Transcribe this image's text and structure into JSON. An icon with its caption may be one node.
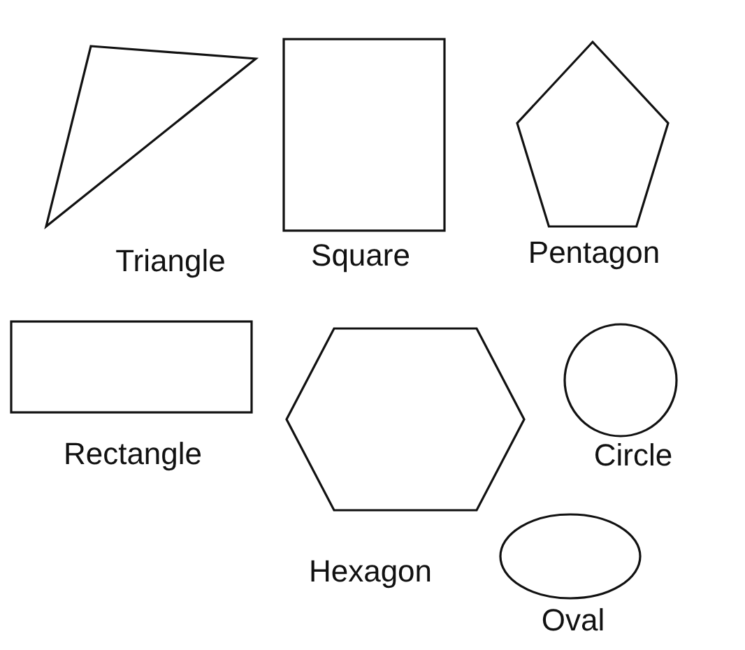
{
  "diagram": {
    "nodes": [
      {
        "text": [],
        "shape": "triangle",
        "beside": [
          "Triangle"
        ]
      },
      {
        "text": [],
        "shape": "square",
        "beside": [
          "Square"
        ]
      },
      {
        "text": [],
        "shape": "pentagon",
        "beside": [
          "Pentagon"
        ]
      },
      {
        "text": [],
        "shape": "rectangle",
        "beside": [
          "Rectangle"
        ]
      },
      {
        "text": [],
        "shape": "hexagon",
        "beside": [
          "Hexagon"
        ]
      },
      {
        "text": [],
        "shape": "circle",
        "beside": [
          "Circle"
        ]
      },
      {
        "text": [],
        "shape": "oval",
        "beside": [
          "Oval"
        ]
      }
    ]
  }
}
